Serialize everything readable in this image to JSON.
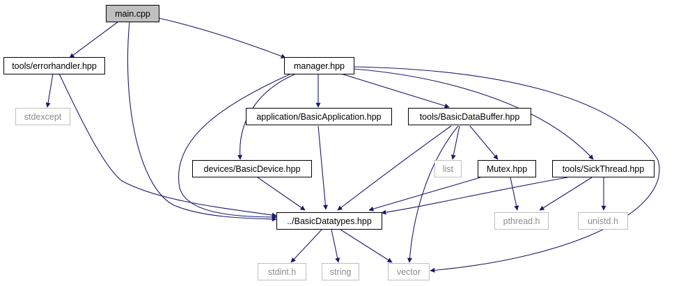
{
  "nodes": {
    "main_cpp": "main.cpp",
    "errorhandler_hpp": "tools/errorhandler.hpp",
    "manager_hpp": "manager.hpp",
    "stdexcept": "stdexcept",
    "basic_application_hpp": "application/BasicApplication.hpp",
    "basic_data_buffer_hpp": "tools/BasicDataBuffer.hpp",
    "basic_device_hpp": "devices/BasicDevice.hpp",
    "list": "list",
    "mutex_hpp": "Mutex.hpp",
    "sick_thread_hpp": "tools/SickThread.hpp",
    "basic_datatypes_hpp": "../BasicDatatypes.hpp",
    "pthread_h": "pthread.h",
    "unistd_h": "unistd.h",
    "stdint_h": "stdint.h",
    "string": "string",
    "vector": "vector"
  },
  "colors": {
    "edge": "#191970",
    "root_fill": "#bfbfbf",
    "external_border": "#bfbfbf",
    "external_text": "#8c8c8c"
  }
}
